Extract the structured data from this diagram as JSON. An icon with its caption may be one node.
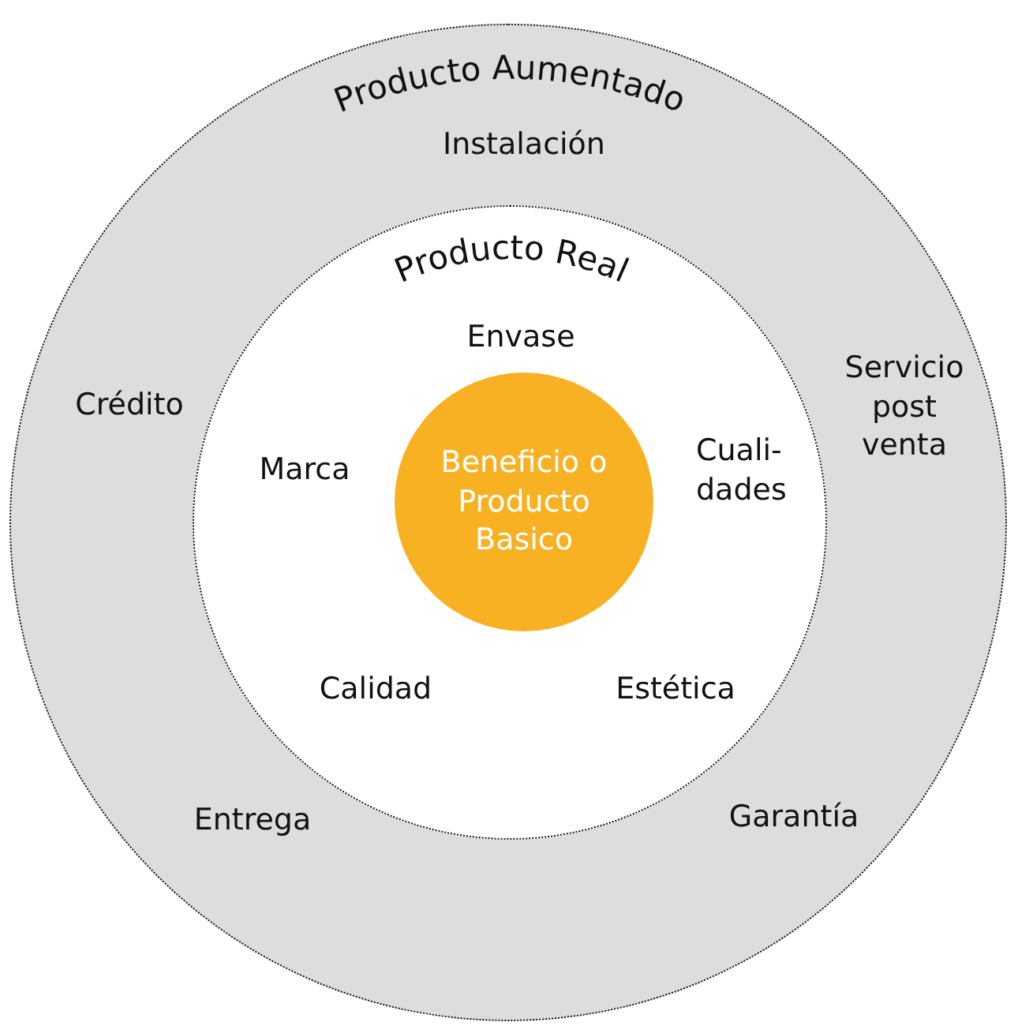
{
  "diagram": {
    "nodes": [
      {
        "text": [
          "Producto Aumentado"
        ]
      },
      {
        "text": [
          "Producto Real"
        ],
        "in": 0
      },
      {
        "text": [
          "Beneficio o Producto Basico"
        ],
        "in": 1
      }
    ],
    "labels": [
      "Instalación",
      "Crédito",
      "Servicio post venta",
      "Envase",
      "Marca",
      "Cuali- dades",
      "Calidad",
      "Estética",
      "Entrega",
      "Garantía"
    ]
  }
}
